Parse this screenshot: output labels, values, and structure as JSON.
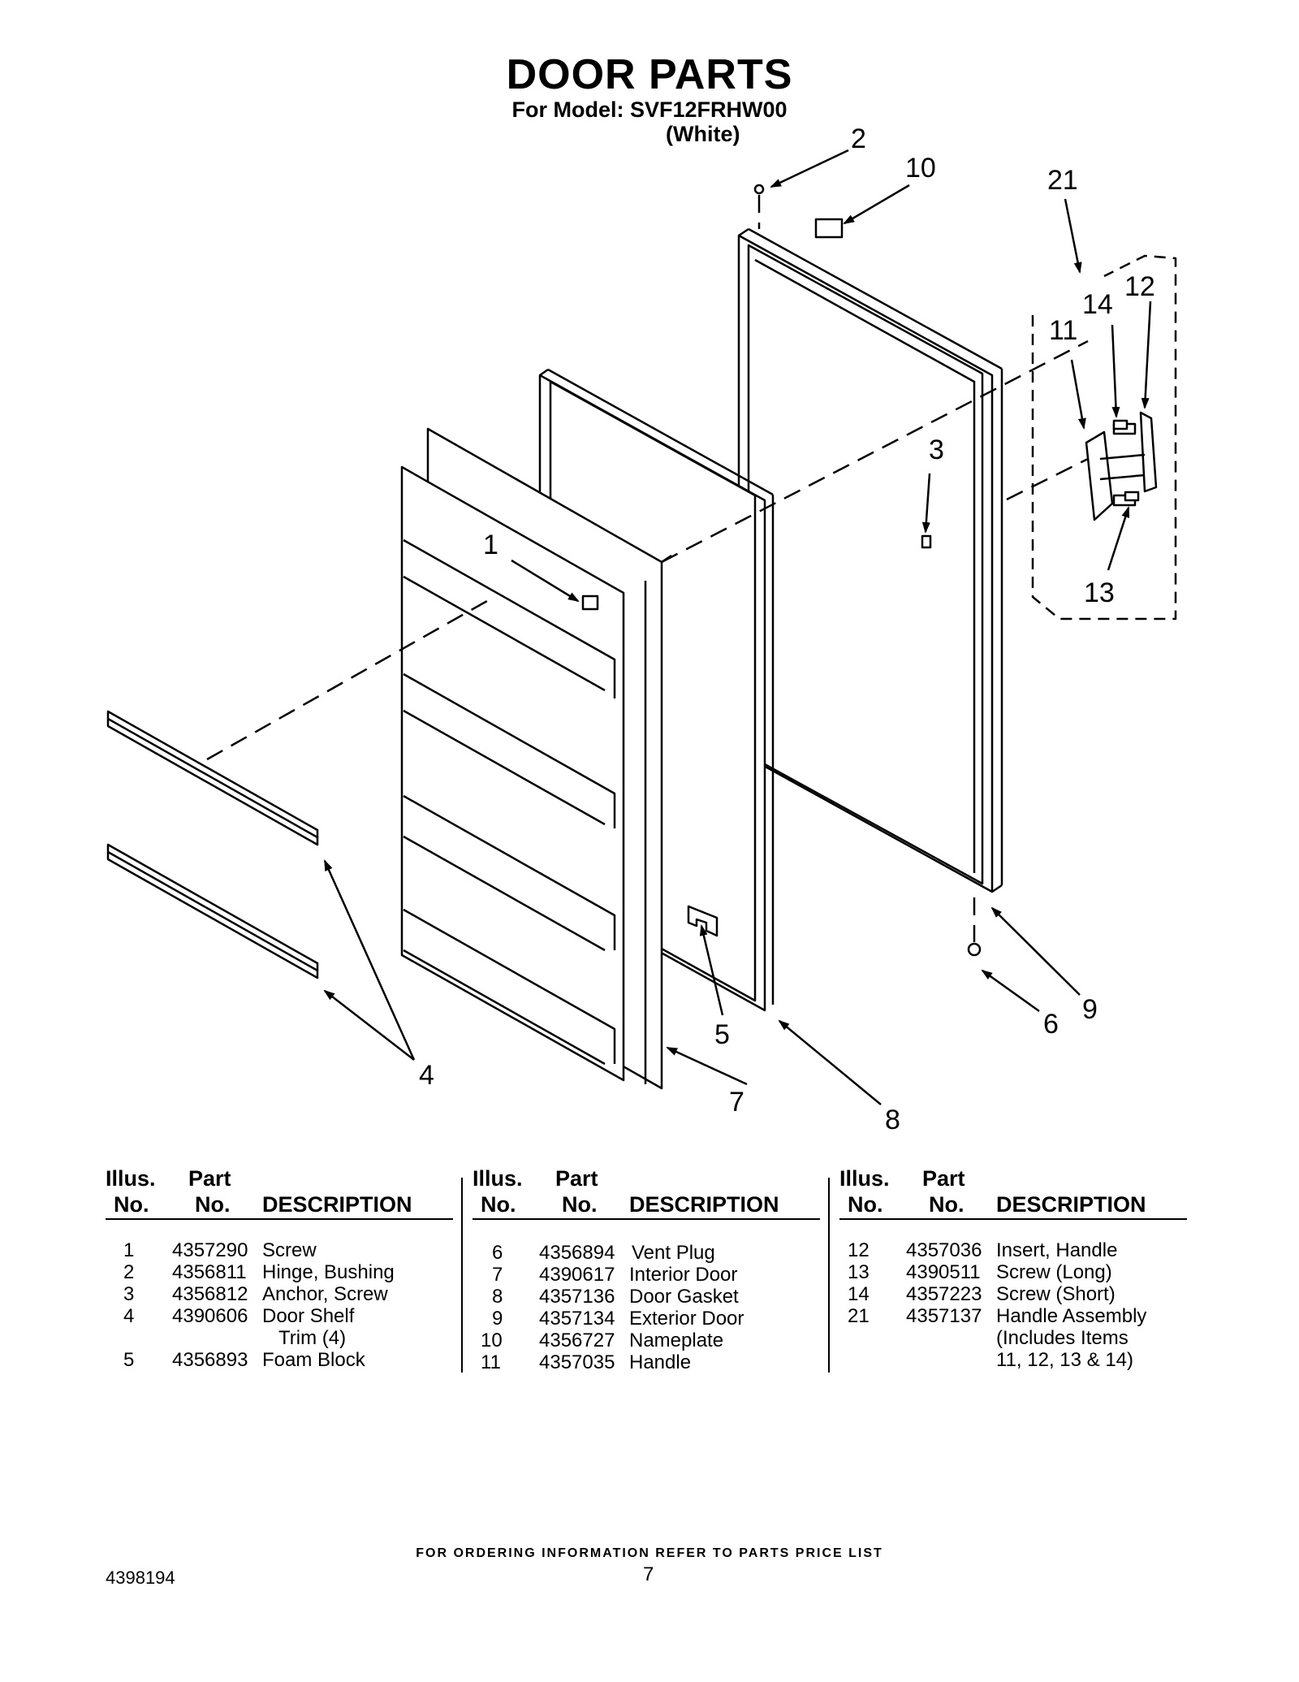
{
  "header": {
    "title": "DOOR PARTS",
    "model_line": "For Model: SVF12FRHW00",
    "color_line": "(White)"
  },
  "callouts": [
    "1",
    "2",
    "3",
    "4",
    "5",
    "6",
    "7",
    "8",
    "9",
    "10",
    "11",
    "12",
    "13",
    "14",
    "21"
  ],
  "table": {
    "headers": {
      "illus_top": "Illus.",
      "illus_bottom": "No.",
      "part_top": "Part",
      "part_bottom": "No.",
      "description": "DESCRIPTION"
    },
    "columns": [
      [
        {
          "illus": "1",
          "part": "4357290",
          "desc": "Screw"
        },
        {
          "illus": "2",
          "part": "4356811",
          "desc": "Hinge, Bushing"
        },
        {
          "illus": "3",
          "part": "4356812",
          "desc": "Anchor, Screw"
        },
        {
          "illus": "4",
          "part": "4390606",
          "desc": "Door Shelf"
        },
        {
          "illus": "",
          "part": "",
          "desc": "Trim (4)"
        },
        {
          "illus": "5",
          "part": "4356893",
          "desc": "Foam Block"
        }
      ],
      [
        {
          "illus": "6",
          "part": "4356894",
          "desc": "Vent Plug"
        },
        {
          "illus": "7",
          "part": "4390617",
          "desc": "Interior Door"
        },
        {
          "illus": "8",
          "part": "4357136",
          "desc": "Door Gasket"
        },
        {
          "illus": "9",
          "part": "4357134",
          "desc": "Exterior Door"
        },
        {
          "illus": "10",
          "part": "4356727",
          "desc": "Nameplate"
        },
        {
          "illus": "11",
          "part": "4357035",
          "desc": "Handle"
        }
      ],
      [
        {
          "illus": "12",
          "part": "4357036",
          "desc": "Insert, Handle"
        },
        {
          "illus": "13",
          "part": "4390511",
          "desc": "Screw (Long)"
        },
        {
          "illus": "14",
          "part": "4357223",
          "desc": "Screw (Short)"
        },
        {
          "illus": "21",
          "part": "4357137",
          "desc": "Handle Assembly"
        },
        {
          "illus": "",
          "part": "",
          "desc": "(Includes Items"
        },
        {
          "illus": "",
          "part": "",
          "desc": "11, 12, 13 & 14)"
        }
      ]
    ]
  },
  "footer": {
    "note": "FOR ORDERING INFORMATION REFER TO PARTS PRICE LIST",
    "doc_number": "4398194",
    "page_number": "7"
  }
}
